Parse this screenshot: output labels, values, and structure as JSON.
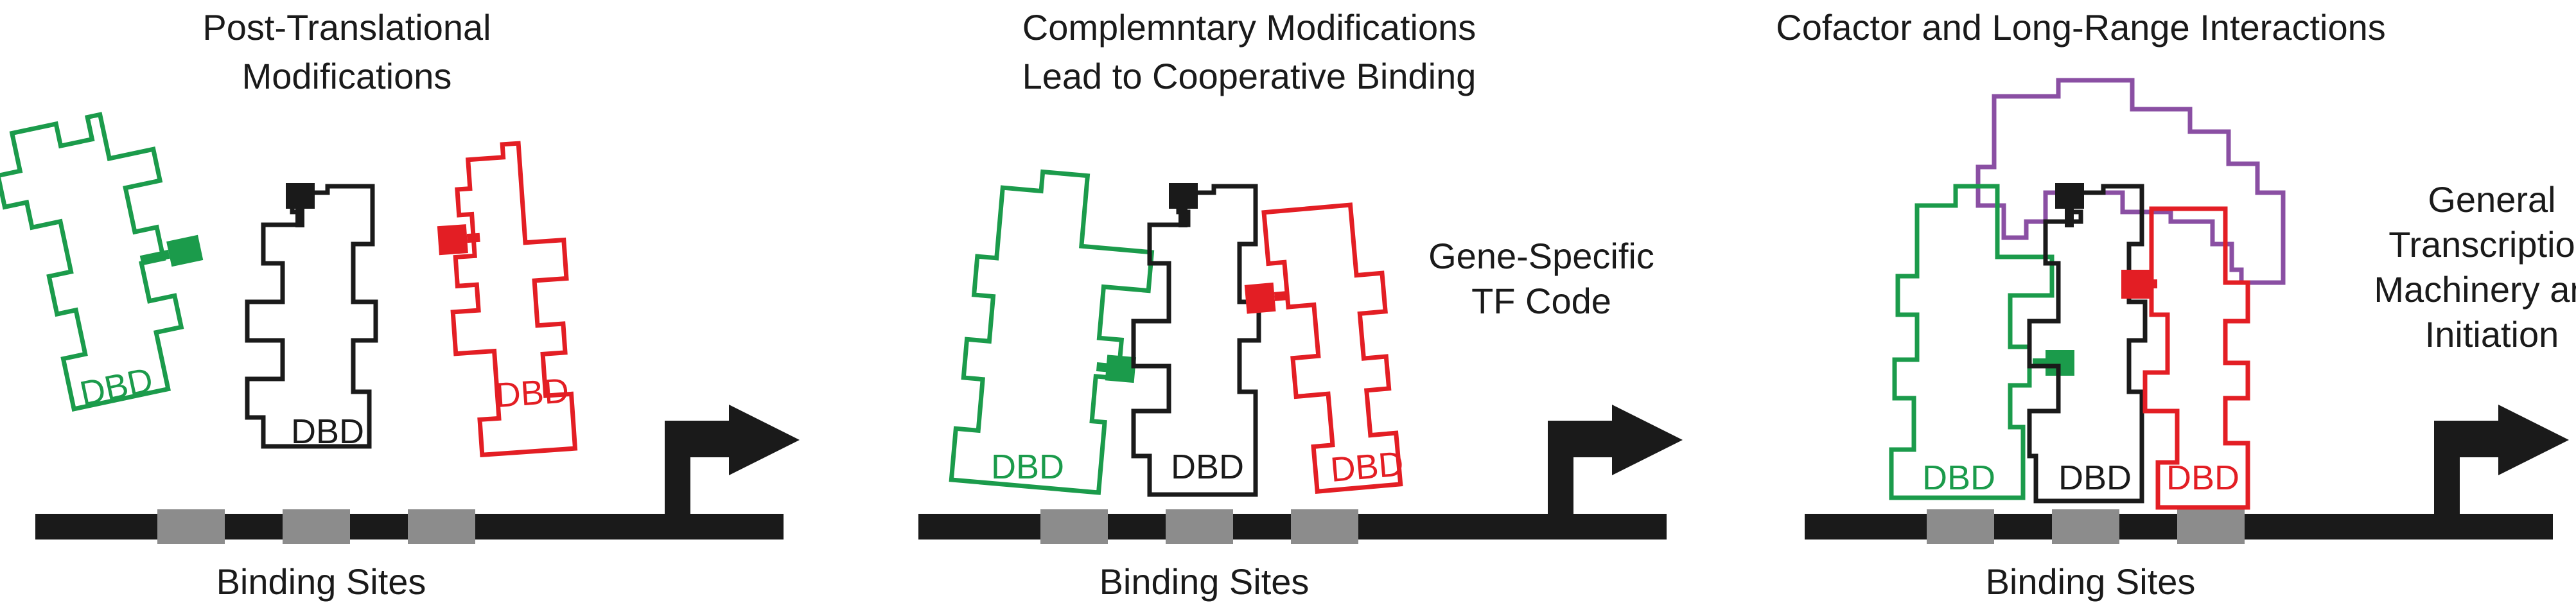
{
  "colors": {
    "green": "#1b9b4b",
    "black": "#1a1a1a",
    "red": "#e31e24",
    "purple": "#8a4fa3",
    "site_gray": "#8c8c8c"
  },
  "panels": [
    {
      "title_lines": [
        "Post-Translational",
        "Modifications"
      ],
      "binding_sites_label": "Binding Sites",
      "dbd_labels": {
        "green": "DBD",
        "black": "DBD",
        "red": "DBD"
      },
      "side_text": []
    },
    {
      "title_lines": [
        "Complemntary Modifications",
        "Lead to Cooperative Binding"
      ],
      "binding_sites_label": "Binding Sites",
      "dbd_labels": {
        "green": "DBD",
        "black": "DBD",
        "red": "DBD"
      },
      "side_text": [
        "Gene-Specific",
        "TF Code"
      ]
    },
    {
      "title_lines": [
        "Cofactor and Long-Range Interactions"
      ],
      "binding_sites_label": "Binding Sites",
      "dbd_labels": {
        "green": "DBD",
        "black": "DBD",
        "red": "DBD"
      },
      "side_text": [
        "General",
        "Transcription",
        "Machinery and",
        "Initiation"
      ]
    }
  ]
}
